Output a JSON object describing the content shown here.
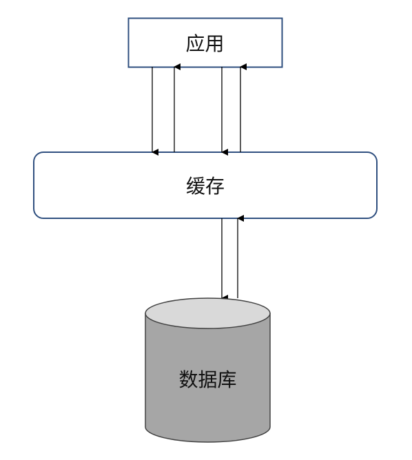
{
  "diagram": {
    "nodes": {
      "app": {
        "label": "应用"
      },
      "cache": {
        "label": "缓存"
      },
      "database": {
        "label": "数据库"
      }
    }
  },
  "colors": {
    "box_stroke": "#2F4F7F",
    "box_fill": "#FFFFFF",
    "cylinder_body": "#A6A6A6",
    "cylinder_top": "#D9D9D9",
    "cylinder_stroke": "#404040",
    "arrow": "#000000"
  }
}
